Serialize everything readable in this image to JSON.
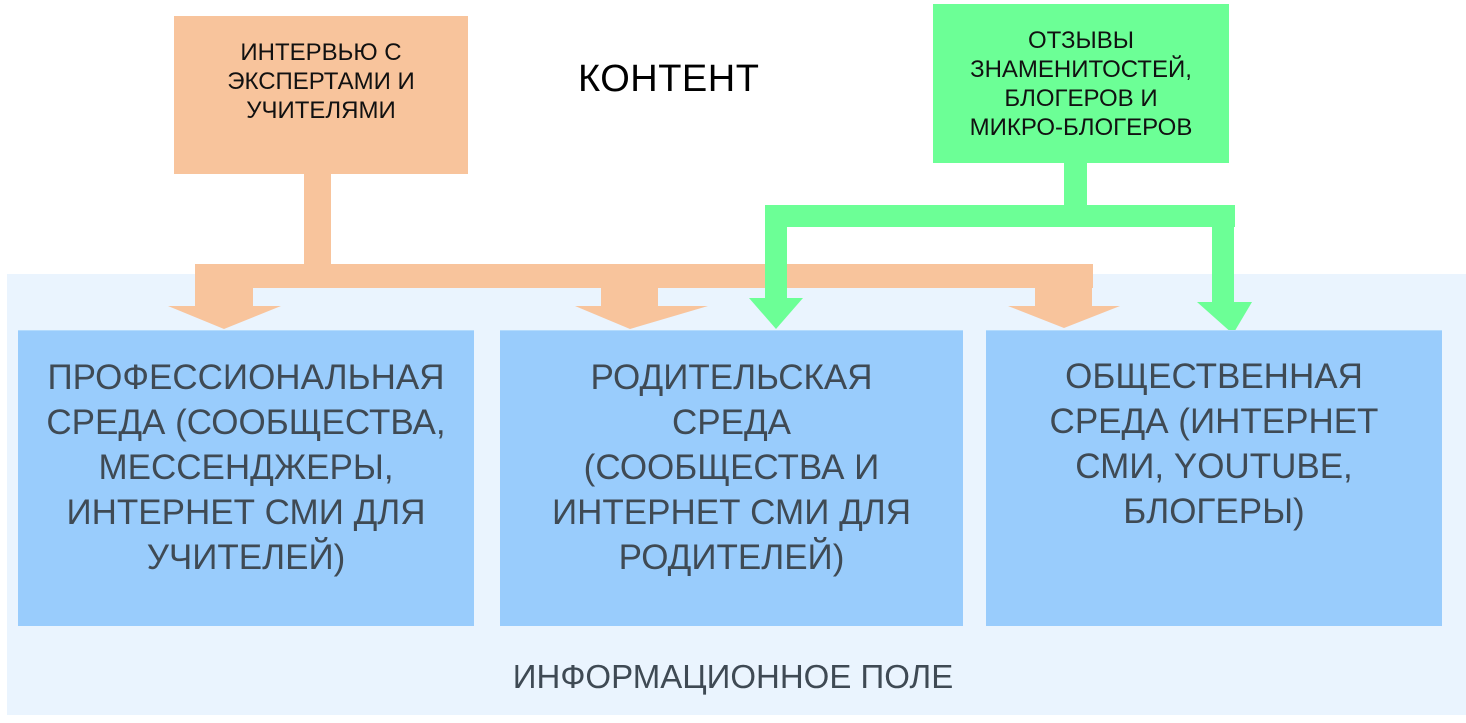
{
  "title": "КОНТЕНТ",
  "colors": {
    "source_experts": "#f8c49c",
    "source_celebrities": "#6cff96",
    "environment_box": "#99ccfc",
    "information_field": "#eaf4fe"
  },
  "sources": [
    {
      "id": "experts",
      "label": "ИНТЕРВЬЮ С\nЭКСПЕРТАМИ И\nУЧИТЕЛЯМИ",
      "targets": [
        "professional",
        "parental",
        "public"
      ]
    },
    {
      "id": "celebrities",
      "label": "ОТЗЫВЫ\nЗНАМЕНИТОСТЕЙ,\nБЛОГЕРОВ И\nМИКРО-БЛОГЕРОВ",
      "targets": [
        "parental",
        "public"
      ]
    }
  ],
  "environments": [
    {
      "id": "professional",
      "label": "ПРОФЕССИОНАЛЬНАЯ\nСРЕДА (СООБЩЕСТВА,\nМЕССЕНДЖЕРЫ,\nИНТЕРНЕТ СМИ ДЛЯ\nУЧИТЕЛЕЙ)"
    },
    {
      "id": "parental",
      "label": "РОДИТЕЛЬСКАЯ\nСРЕДА\n(СООБЩЕСТВА И\nИНТЕРНЕТ СМИ ДЛЯ\nРОДИТЕЛЕЙ)"
    },
    {
      "id": "public",
      "label": "ОБЩЕСТВЕННАЯ\nСРЕДА (ИНТЕРНЕТ\nСМИ, YOUTUBE,\nБЛОГЕРЫ)"
    }
  ],
  "field_label": "ИНФОРМАЦИОННОЕ ПОЛЕ"
}
